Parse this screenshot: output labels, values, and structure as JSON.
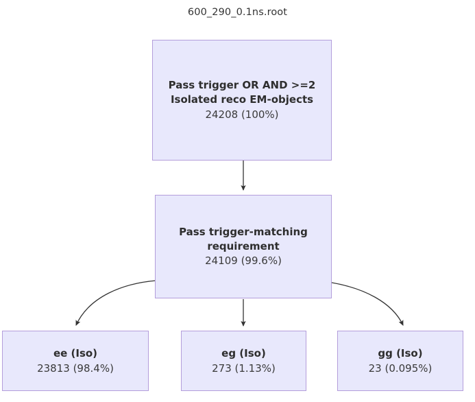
{
  "diagram": {
    "title": "600_290_0.1ns.root",
    "type": "flowchart",
    "orientation": "top-down",
    "node_fill": "#e8e8fc",
    "node_border": "#b39ddb",
    "edge_color": "#333333",
    "background": "#ffffff",
    "nodes": [
      {
        "id": "top",
        "label": "Pass trigger OR AND >=2 Isolated reco EM-objects",
        "count": "24208 (100%)"
      },
      {
        "id": "mid",
        "label": "Pass trigger-matching requirement",
        "count": "24109 (99.6%)"
      },
      {
        "id": "ee",
        "label": "ee (Iso)",
        "count": "23813 (98.4%)"
      },
      {
        "id": "eg",
        "label": "eg (Iso)",
        "count": "273 (1.13%)"
      },
      {
        "id": "gg",
        "label": "gg (Iso)",
        "count": "23 (0.095%)"
      }
    ],
    "edges": [
      {
        "from": "top",
        "to": "mid",
        "style": "straight-arrow"
      },
      {
        "from": "mid",
        "to": "ee",
        "style": "curved-arrow"
      },
      {
        "from": "mid",
        "to": "eg",
        "style": "straight-arrow"
      },
      {
        "from": "mid",
        "to": "gg",
        "style": "curved-arrow"
      }
    ]
  }
}
